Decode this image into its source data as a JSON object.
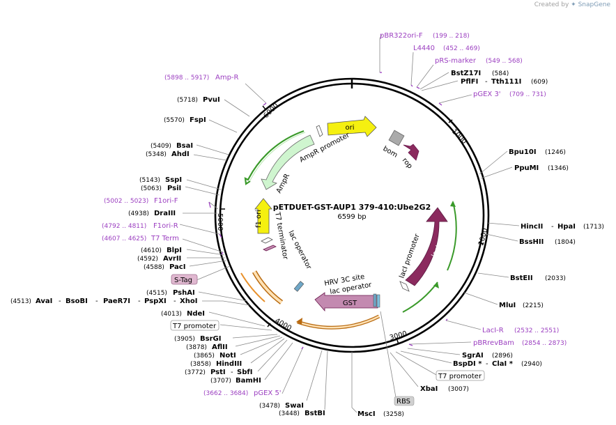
{
  "credit": {
    "prefix": "Created by",
    "brand": "SnapGene"
  },
  "plasmid": {
    "name": "pETDUET-GST-AUP1 379-410:Ube2G2",
    "size": "6599 bp"
  },
  "ticks": {
    "t1000": "1000",
    "t2000": "2000",
    "t3000": "3000",
    "t4000": "4000",
    "t5000": "5000",
    "t6000": "6000"
  },
  "features": {
    "ori": "ori",
    "bom": "bom",
    "rop": "rop",
    "ampr_promoter": "AmpR promoter",
    "ampr": "AmpR",
    "f1ori": "f1 ori",
    "t7term": "T7 terminator",
    "lacop1": "lac operator",
    "laci": "lacI",
    "laci_promoter": "lacI promoter",
    "hrv": "HRV 3C site",
    "lacop2": "lac operator",
    "gst": "GST"
  },
  "colors": {
    "purple_label": "#9b3ec0",
    "purple_feature": "#8b2a5e",
    "yellow": "#f5f010",
    "green": "#3a9a2a",
    "orange": "#e8902a",
    "light_green": "#cff5cf"
  },
  "labels": {
    "l01": {
      "name": "pBR322ori-F",
      "coords": "(199 .. 218)"
    },
    "l02": {
      "name": "L4440",
      "coords": "(452 .. 469)"
    },
    "l03": {
      "name": "pRS-marker",
      "coords": "(549 .. 568)"
    },
    "l04": {
      "name": "BstZ17I",
      "coords": "(584)"
    },
    "l05": {
      "name": "PflFI",
      "name2": "Tth111I",
      "coords": "(609)"
    },
    "l06": {
      "name": "pGEX 3'",
      "coords": "(709 .. 731)"
    },
    "l07": {
      "name": "Bpu10I",
      "coords": "(1246)"
    },
    "l08": {
      "name": "PpuMI",
      "coords": "(1346)"
    },
    "l09": {
      "name": "HincII",
      "name2": "HpaI",
      "coords": "(1713)"
    },
    "l10": {
      "name": "BssHII",
      "coords": "(1804)"
    },
    "l11": {
      "name": "BstEII",
      "coords": "(2033)"
    },
    "l12": {
      "name": "MluI",
      "coords": "(2215)"
    },
    "l13": {
      "name": "LacI-R",
      "coords": "(2532 .. 2551)"
    },
    "l14": {
      "name": "pBRrevBam",
      "coords": "(2854 .. 2873)"
    },
    "l15": {
      "name": "SgrAI",
      "coords": "(2896)"
    },
    "l16": {
      "name": "BspDI *",
      "name2": "ClaI *",
      "coords": "(2940)"
    },
    "l17": {
      "name": "T7 promoter"
    },
    "l18": {
      "name": "XbaI",
      "coords": "(3007)"
    },
    "l19": {
      "name": "RBS"
    },
    "l20": {
      "name": "MscI",
      "coords": "(3258)"
    },
    "l21": {
      "name": "BstBI",
      "coords": "(3448)"
    },
    "l22": {
      "name": "SwaI",
      "coords": "(3478)"
    },
    "l23": {
      "name": "pGEX 5'",
      "coords": "(3662 .. 3684)"
    },
    "l24": {
      "name": "BamHI",
      "coords": "(3707)"
    },
    "l25": {
      "name": "PstI",
      "name2": "SbfI",
      "coords": "(3772)"
    },
    "l26": {
      "name": "HindIII",
      "coords": "(3858)"
    },
    "l27": {
      "name": "NotI",
      "coords": "(3865)"
    },
    "l28": {
      "name": "AflII",
      "coords": "(3878)"
    },
    "l29": {
      "name": "BsrGI",
      "coords": "(3905)"
    },
    "l30": {
      "name": "T7 promoter"
    },
    "l31": {
      "name": "NdeI",
      "coords": "(4013)"
    },
    "l32": {
      "coords": "(4513)",
      "name": "AvaI",
      "name2": "BsoBI",
      "name3": "PaeR7I",
      "name4": "PspXI",
      "name5": "XhoI"
    },
    "l33": {
      "name": "PshAI",
      "coords": "(4515)"
    },
    "l34": {
      "name": "S-Tag"
    },
    "l35": {
      "name": "PacI",
      "coords": "(4588)"
    },
    "l36": {
      "name": "AvrII",
      "coords": "(4592)"
    },
    "l37": {
      "name": "BlpI",
      "coords": "(4610)"
    },
    "l38": {
      "name": "T7 Term",
      "coords": "(4607 .. 4625)"
    },
    "l39": {
      "name": "F1ori-R",
      "coords": "(4792 .. 4811)"
    },
    "l40": {
      "name": "DraIII",
      "coords": "(4938)"
    },
    "l41": {
      "name": "F1ori-F",
      "coords": "(5002 .. 5023)"
    },
    "l42": {
      "name": "PsiI",
      "coords": "(5063)"
    },
    "l43": {
      "name": "SspI",
      "coords": "(5143)"
    },
    "l44": {
      "name": "AhdI",
      "coords": "(5348)"
    },
    "l45": {
      "name": "BsaI",
      "coords": "(5409)"
    },
    "l46": {
      "name": "FspI",
      "coords": "(5570)"
    },
    "l47": {
      "name": "PvuI",
      "coords": "(5718)"
    },
    "l48": {
      "name": "Amp-R",
      "coords": "(5898 .. 5917)"
    }
  }
}
